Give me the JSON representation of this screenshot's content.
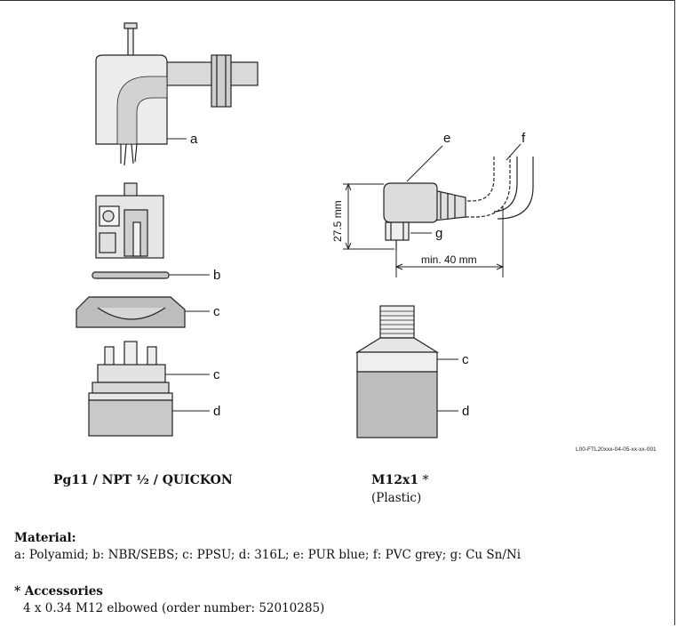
{
  "callouts": {
    "a": "a",
    "b": "b",
    "c1": "c",
    "c2": "c",
    "d1": "d",
    "c3": "c",
    "d2": "d",
    "e": "e",
    "f": "f",
    "g": "g"
  },
  "dimensions": {
    "height": "27.5 mm",
    "min_length": "min. 40 mm"
  },
  "figure_code": "L00-FTL20xxx-04-05-xx-xx-001",
  "captions": {
    "left": "Pg11 / NPT ½ / QUICKON",
    "right_title": "M12x1",
    "right_star": "*",
    "right_sub": "(Plastic)"
  },
  "material": {
    "heading": "Material:",
    "text": "a: Polyamid; b: NBR/SEBS; c: PPSU; d: 316L; e: PUR blue; f: PVC grey; g: Cu Sn/Ni"
  },
  "accessories": {
    "heading": "* Accessories",
    "text": "4 x 0.34 M12 elbowed (order number: 52010285)"
  },
  "colors": {
    "line": "#222222",
    "light_fill": "#e4e4e4",
    "mid_fill": "#c8c8c8",
    "dark_fill": "#b9b9b9"
  }
}
